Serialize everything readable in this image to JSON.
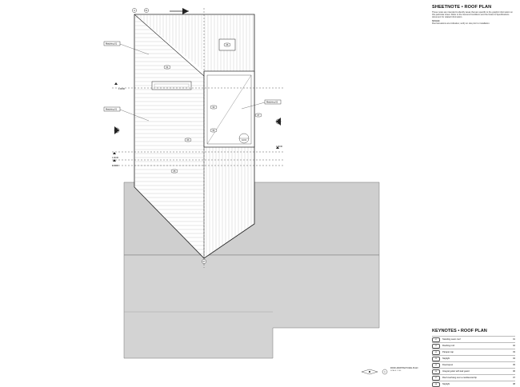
{
  "sheetnote": {
    "title": "SHEETNOTE • ROOF PLAN",
    "body": "These notes are intended to identify areas that are specific to the graphic information on this particular sheet. Refer to the General Conditions and the Notes & Specifications document for related information.",
    "scale_label": "SCALE",
    "scale_text": "Roof elevations are indicative; verify on site prior to installation."
  },
  "keynotes": {
    "title": "KEYNOTES • ROOF PLAN",
    "items": [
      {
        "code": "01",
        "text": "Standing seam roof",
        "ref": "01"
      },
      {
        "code": "02",
        "text": "Flashing roof",
        "ref": "02"
      },
      {
        "code": "03",
        "text": "Parapet cap",
        "ref": "03"
      },
      {
        "code": "04",
        "text": "Skylight",
        "ref": "04"
      },
      {
        "code": "05",
        "text": "Downspout",
        "ref": "05"
      },
      {
        "code": "06",
        "text": "Integral gutter with leaf guard",
        "ref": "06"
      },
      {
        "code": "07",
        "text": "Roof overhang over a cantilevered lip",
        "ref": "07"
      },
      {
        "code": "08",
        "text": "Skylight",
        "ref": "08"
      }
    ]
  },
  "tags": {
    "section_top": "A",
    "grid_top": "01",
    "skylight": "06",
    "keynote_a": "01",
    "keynote_b": "02",
    "keynote_c": "03",
    "keynote_d": "04",
    "keynote_e": "05",
    "keynote_f": "07",
    "detail_tag": "A1.01",
    "ridge_tag": "07"
  },
  "callouts": {
    "left_upper": "Matching 01",
    "left_lower": "Matching 01",
    "right": "Matching 02"
  },
  "levels": {
    "l1": "1.00.00",
    "l2": "1.00.00",
    "l3": "1.00.00",
    "l4": "1.00.00"
  },
  "scalebar": {
    "label": "ROOF ARCHITECTURAL PLAN",
    "sub": "SCALE 1:100",
    "number": "1"
  }
}
